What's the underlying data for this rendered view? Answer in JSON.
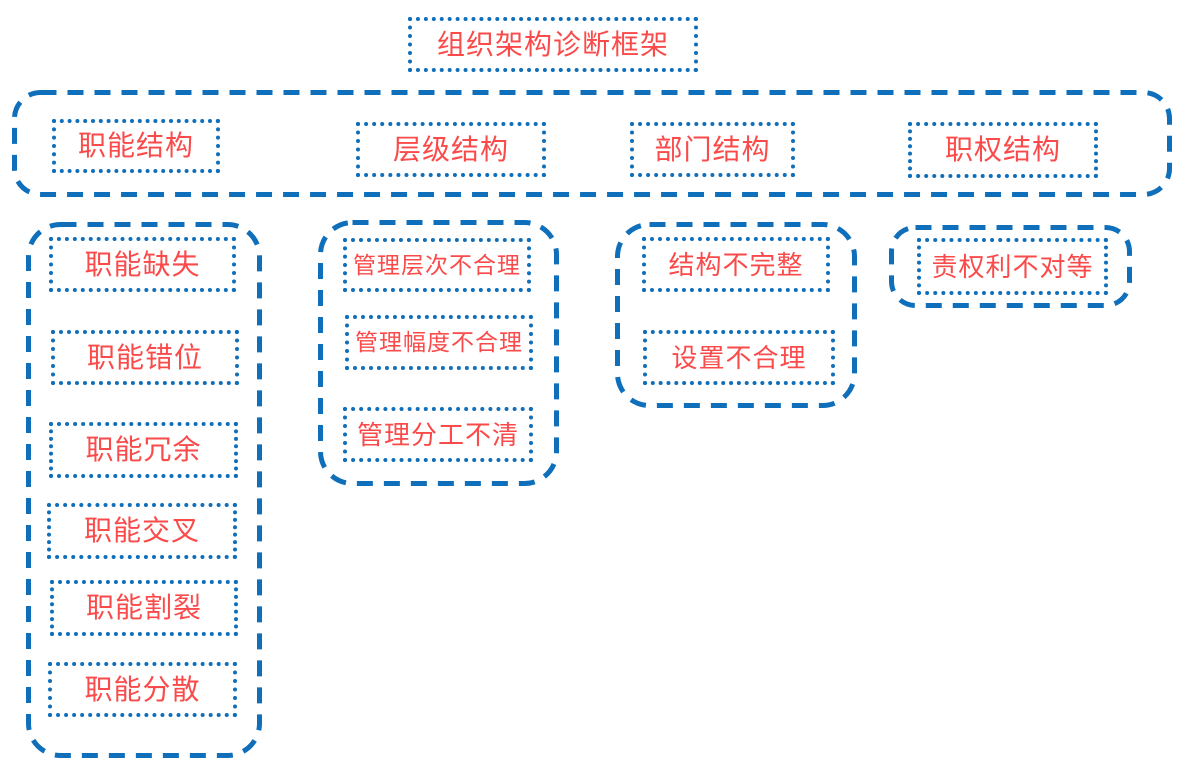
{
  "colors": {
    "border_blue": "#0f6fba",
    "text_red": "#fa4a4a",
    "background": "#ffffff"
  },
  "diagram": {
    "title": "组织架构诊断框架",
    "categories": [
      "职能结构",
      "层级结构",
      "部门结构",
      "职权结构"
    ],
    "groups": [
      {
        "category": "职能结构",
        "items": [
          "职能缺失",
          "职能错位",
          "职能冗余",
          "职能交叉",
          "职能割裂",
          "职能分散"
        ]
      },
      {
        "category": "层级结构",
        "items": [
          "管理层次不合理",
          "管理幅度不合理",
          "管理分工不清"
        ]
      },
      {
        "category": "部门结构",
        "items": [
          "结构不完整",
          "设置不合理"
        ]
      },
      {
        "category": "职权结构",
        "items": [
          "责权利不对等"
        ]
      }
    ]
  }
}
